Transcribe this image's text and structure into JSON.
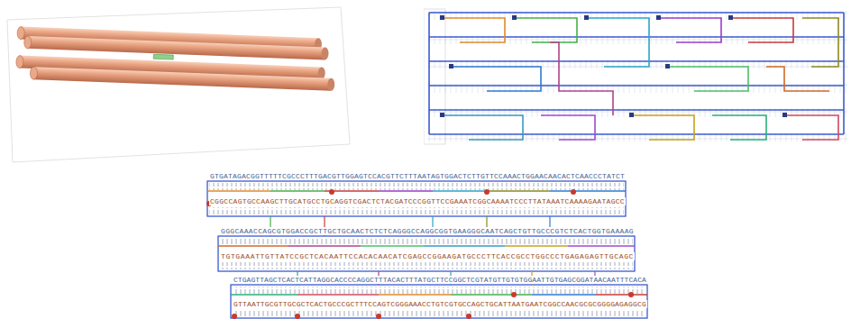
{
  "diagram": {
    "labels": [
      "GTGATAGACGGTTTTTCGCCCTTTGACGTTGGAGTCCACGTTCTTTAATAGTGGACTCTTGTTCCAAACTGGAACAACACTCAACCCTATCT",
      "CGGCCAGTGCCAAGCTTGCATGCCTGCAGGTCGACTCTACGATCCCGGTTCCGAAATCGGCAAAATCCCTTATAAATCAAAAGAATAGCC",
      "GGGCAAACCAGCGTGGACCGCTTGCTGCAACTCTCTCAGGGCCAGGCGGTGAAGGGCAATCAGCTGTTGCCCGTCTCACTGGTGAAAAG",
      "TGTGAAATTGTTATCCGCTCACAATTCCACACAACATCGAGCCGGAAGATGCCCTTCACCGCCTGGCCCTGAGAGAGTTGCAGC",
      "CTGAGTTAGCTCACTCATTAGGCACCCCAGGCTTTACACTTTATGCTTCCGGCTCGTATGTTGTGTGGAATTGTGAGCGGATAACAATTTCACA",
      "GTTAATTGCGTTGCGCTCACTGCCCGCTTTCCAGTCGGGAAACCTGTCGTGCCAGCTGCATTAATGAATCGGCCAACGCGCGGGGAGAGGCG"
    ]
  }
}
